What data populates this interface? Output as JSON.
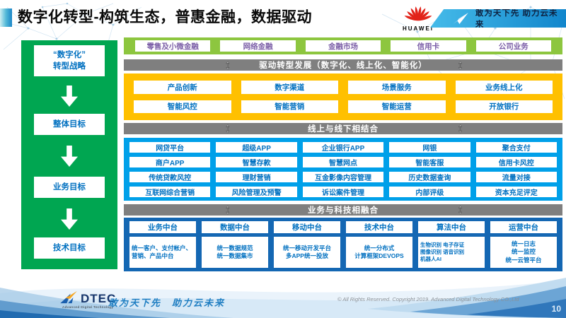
{
  "header": {
    "title": "数字化转型-构筑生态，普惠金融，数据驱动",
    "huawei_text": "HUAWEI",
    "banner_slogan": "敢为天下先 助力云未来"
  },
  "left_flow": {
    "items": [
      "“数字化”\n转型战略",
      "整体目标",
      "业务目标",
      "技术目标"
    ]
  },
  "biz_row": {
    "items": [
      "零售及小微金融",
      "网络金融",
      "金融市场",
      "信用卡",
      "公司业务"
    ]
  },
  "banners": {
    "drive": "驱动转型发展（数字化、线上化、智能化）",
    "online_offline": "线上与线下相结合",
    "tech_fusion": "业务与科技相融合"
  },
  "yellow": {
    "rows": [
      [
        "产品创新",
        "数字渠道",
        "场景服务",
        "业务线上化"
      ],
      [
        "智能风控",
        "智能营销",
        "智能运营",
        "开放银行"
      ]
    ]
  },
  "blue": {
    "rows": [
      [
        "网贷平台",
        "超级APP",
        "企业银行APP",
        "网银",
        "聚合支付"
      ],
      [
        "商户APP",
        "智慧存款",
        "智慧网点",
        "智能客服",
        "信用卡风控"
      ],
      [
        "传统贷款风控",
        "理财营销",
        "互金影像内容管理",
        "历史数据查询",
        "流量对接"
      ],
      [
        "互联网综合营销",
        "风险管理及预警",
        "诉讼案件管理",
        "内部评级",
        "资本充足评定"
      ]
    ]
  },
  "platforms": {
    "columns": [
      {
        "title": "业务中台",
        "body": "统一客户、支付帐户、营销、产品中台"
      },
      {
        "title": "数据中台",
        "body": "统一数据规范\n统一数据集市"
      },
      {
        "title": "移动中台",
        "body": "统一移动开发平台\n多APP统一投放"
      },
      {
        "title": "技术中台",
        "body": "统一分布式\n计算框架DEVOPS"
      },
      {
        "title": "算法中台",
        "body": "生物识别 电子存证\n图像识别 语音识别\n机器人AI"
      },
      {
        "title": "运营中台",
        "body": "统一日志\n统一监控\n统一云管平台"
      }
    ]
  },
  "footer": {
    "logo_text": "DTEC",
    "logo_sub": "Advanced Digital Technology",
    "slogan": "敢为天下先　助力云未来",
    "copyright": "© All Rights Reserved. Copyright 2019. Advanced Digital Technology CO.,Ltd",
    "page_number": "10"
  },
  "icons": [
    "huawei-flower-icon",
    "paper-plane-icon",
    "double-arrow-icon",
    "down-arrow-icon",
    "dtec-mark-icon"
  ],
  "colors": {
    "green_column": "#00A651",
    "light_green_row": "#8DC63F",
    "purple_text": "#7B5EA7",
    "yellow_section": "#FFC000",
    "gray_banner": "#7F7F7F",
    "cyan_section": "#00A0E9",
    "dark_blue_section": "#1467B3",
    "box_text_blue": "#0070C0",
    "huawei_red": "#E2231A",
    "banner_gradient": [
      "#45BBE9",
      "#1286CC"
    ]
  }
}
